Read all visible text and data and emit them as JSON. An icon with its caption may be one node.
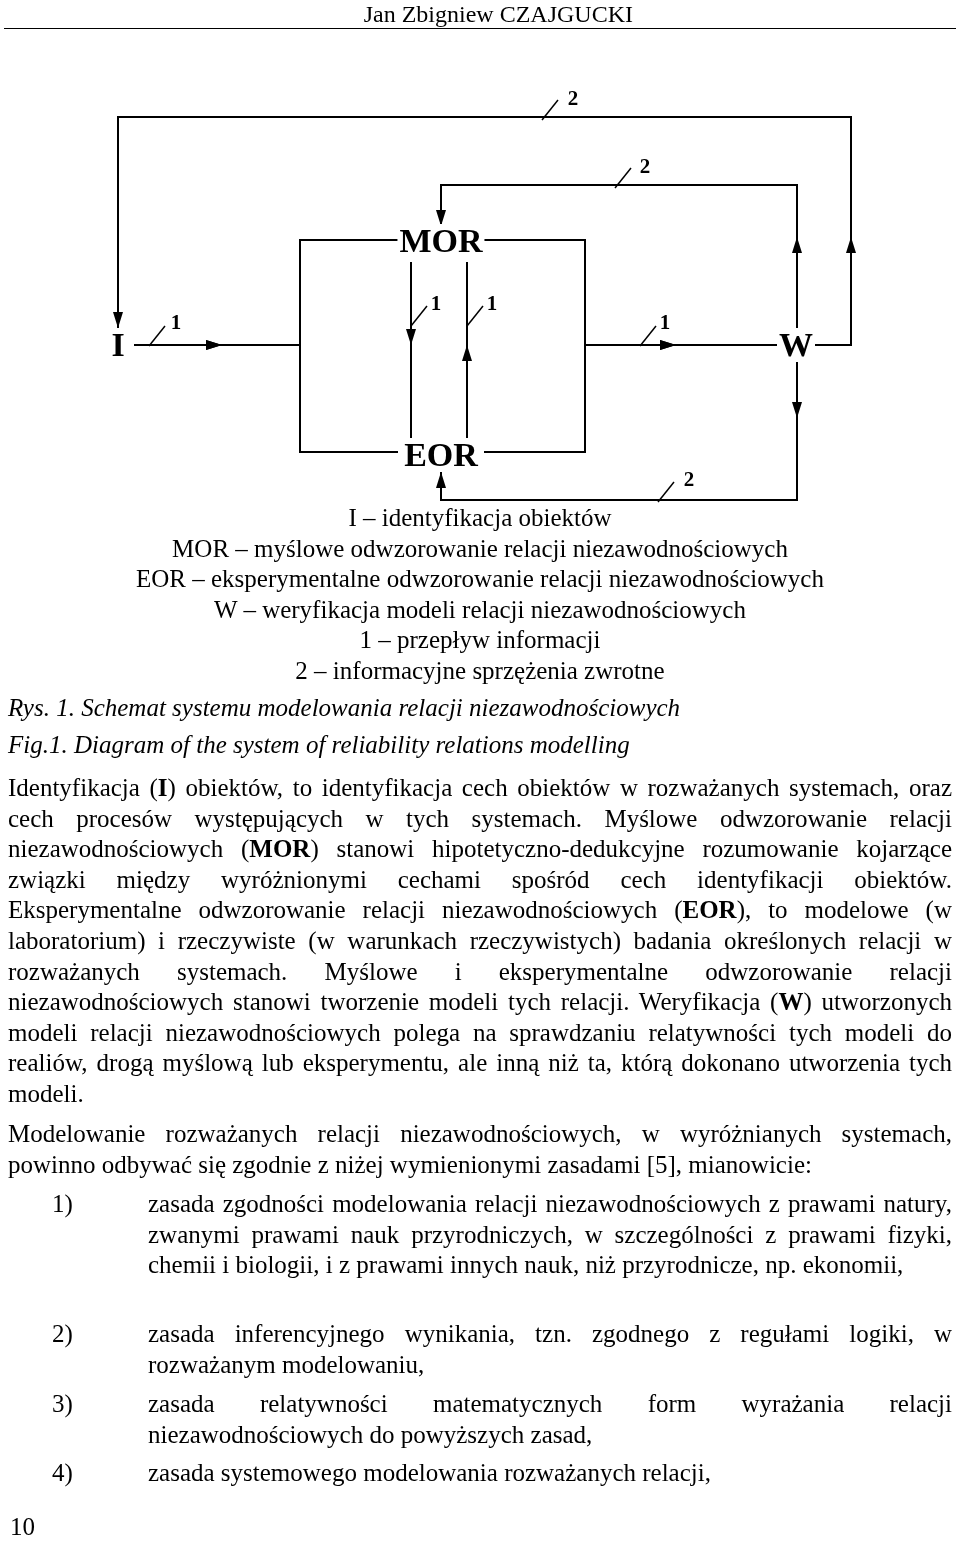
{
  "diagram": {
    "caption": "Rys. 1. Schemat systemu modelowania relacji niezawodnościowych",
    "nodes": [
      {
        "text": [
          "I"
        ]
      },
      {
        "text": [
          "MOR"
        ]
      },
      {
        "text": [
          "EOR"
        ]
      },
      {
        "text": [
          "W"
        ]
      }
    ],
    "edges": [
      {
        "from": 0,
        "to": 1,
        "arrow": "to",
        "label": "1"
      },
      {
        "from": 0,
        "to": 2,
        "arrow": "to"
      },
      {
        "from": 1,
        "to": 2,
        "arrow": "to",
        "label": "1"
      },
      {
        "from": 2,
        "to": 1,
        "arrow": "to",
        "label": "1"
      },
      {
        "from": 1,
        "to": 3,
        "arrow": "to",
        "label": "1"
      },
      {
        "from": 2,
        "to": 3,
        "arrow": "to"
      },
      {
        "from": 3,
        "to": 1,
        "arrow": "to",
        "label": "2"
      },
      {
        "from": 3,
        "to": 0,
        "arrow": "to",
        "label": "2"
      },
      {
        "from": 3,
        "to": 2,
        "arrow": "to",
        "label": "2"
      }
    ],
    "labels": [
      "Jan Zbigniew CZAJGUCKI",
      "I – identyfikacja obiektów",
      "MOR – myślowe odwzorowanie relacji niezawodnościowych",
      "EOR – eksperymentalne odwzorowanie relacji niezawodnościowych",
      "W – weryfikacja modeli relacji niezawodnościowych",
      "1 – przepływ informacji",
      "2 – informacyjne sprzężenia zwrotne",
      "Fig.1. Diagram of the system of reliability relations modelling",
      "Identyfikacja (**I**) obiektów, to identyfikacja cech obiektów w rozważanych systemach, oraz cech procesów występujących w tych systemach. Myślowe odwzorowanie relacji niezawodnościowych (**MOR**) stanowi hipotetyczno-dedukcyjne rozumowanie kojarzące związki między wyróżnionymi cechami spośród cech identyfikacji obiektów. Eksperymentalne odwzorowanie relacji niezawodnościowych (**EOR**), to modelowe (w laboratorium) i rzeczywiste (w warunkach rzeczywistych) badania określonych relacji w rozważanych systemach. Myślowe i eksperymentalne odwzorowanie relacji niezawodnościowych stanowi tworzenie modeli tych relacji. Weryfikacja (**W**) utworzonych modeli relacji niezawodnościowych polega na sprawdzaniu relatywności tych modeli do realiów, drogą myślową lub eksperymentu, ale inną niż ta, którą dokonano utworzenia tych modeli.",
      "Modelowanie rozważanych relacji niezawodnościowych, w wyróżnianych systemach, powinno odbywać się zgodnie z niżej wymienionymi zasadami [5], mianowicie:",
      "1)",
      "zasada zgodności modelowania relacji niezawodnościowych z prawami natury, zwanymi prawami nauk przyrodniczych, w szczególności z prawami fizyki, chemii i biologii, i z prawami innych nauk, niż przyrodnicze, np. ekonomii,",
      "2)",
      "zasada inferencyjnego wynikania, tzn. zgodnego z regułami logiki, w rozważanym modelowaniu,",
      "3)",
      "zasada relatywności matematycznych form wyrażania relacji niezawodnościowych do powyższych zasad,",
      "4)",
      "zasada systemowego modelowania rozważanych relacji,",
      "10"
    ]
  }
}
